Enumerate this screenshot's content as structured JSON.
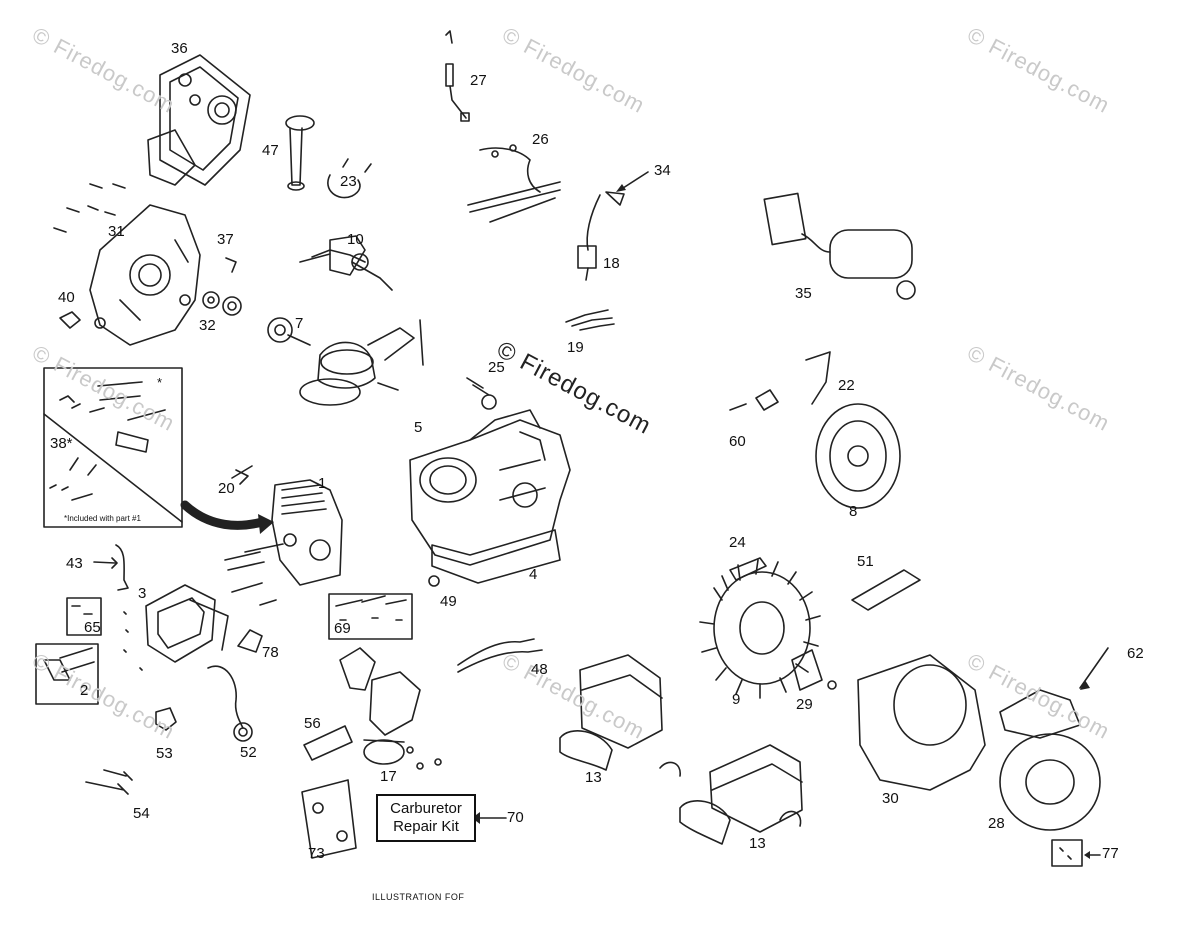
{
  "diagram": {
    "watermark": "© Firedog.com",
    "caption": "ILLUSTRATION FOF",
    "inset_note": "*Included with part #1",
    "inset_marker": "*",
    "inset_label": "38*",
    "callout": {
      "line1": "Carburetor",
      "line2": "Repair Kit",
      "ref": "70"
    },
    "parts": [
      {
        "id": "p1",
        "num": "1"
      },
      {
        "id": "p2",
        "num": "2"
      },
      {
        "id": "p3",
        "num": "3"
      },
      {
        "id": "p4",
        "num": "4"
      },
      {
        "id": "p5",
        "num": "5"
      },
      {
        "id": "p7",
        "num": "7"
      },
      {
        "id": "p8",
        "num": "8"
      },
      {
        "id": "p9",
        "num": "9"
      },
      {
        "id": "p10",
        "num": "10"
      },
      {
        "id": "p13a",
        "num": "13"
      },
      {
        "id": "p13b",
        "num": "13"
      },
      {
        "id": "p17",
        "num": "17"
      },
      {
        "id": "p18",
        "num": "18"
      },
      {
        "id": "p19",
        "num": "19"
      },
      {
        "id": "p20",
        "num": "20"
      },
      {
        "id": "p22",
        "num": "22"
      },
      {
        "id": "p23",
        "num": "23"
      },
      {
        "id": "p24",
        "num": "24"
      },
      {
        "id": "p25",
        "num": "25"
      },
      {
        "id": "p26",
        "num": "26"
      },
      {
        "id": "p27",
        "num": "27"
      },
      {
        "id": "p28",
        "num": "28"
      },
      {
        "id": "p29",
        "num": "29"
      },
      {
        "id": "p30",
        "num": "30"
      },
      {
        "id": "p31",
        "num": "31"
      },
      {
        "id": "p32",
        "num": "32"
      },
      {
        "id": "p34",
        "num": "34"
      },
      {
        "id": "p35",
        "num": "35"
      },
      {
        "id": "p36",
        "num": "36"
      },
      {
        "id": "p37",
        "num": "37"
      },
      {
        "id": "p40",
        "num": "40"
      },
      {
        "id": "p43",
        "num": "43"
      },
      {
        "id": "p47",
        "num": "47"
      },
      {
        "id": "p48",
        "num": "48"
      },
      {
        "id": "p49",
        "num": "49"
      },
      {
        "id": "p51",
        "num": "51"
      },
      {
        "id": "p52",
        "num": "52"
      },
      {
        "id": "p53",
        "num": "53"
      },
      {
        "id": "p54",
        "num": "54"
      },
      {
        "id": "p56",
        "num": "56"
      },
      {
        "id": "p60",
        "num": "60"
      },
      {
        "id": "p62",
        "num": "62"
      },
      {
        "id": "p65",
        "num": "65"
      },
      {
        "id": "p69",
        "num": "69"
      },
      {
        "id": "p73",
        "num": "73"
      },
      {
        "id": "p77",
        "num": "77"
      },
      {
        "id": "p78",
        "num": "78"
      }
    ]
  }
}
